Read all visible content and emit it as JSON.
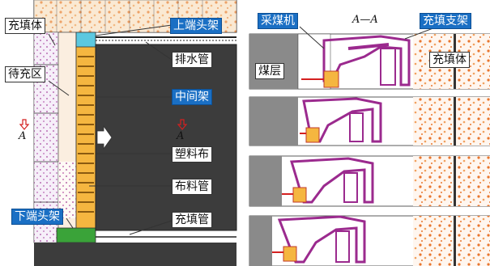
{
  "labels": {
    "backfill_body_left": "充填体",
    "upper_end_support": "上端头架",
    "area_to_fill": "待充区",
    "drain_pipe": "排水管",
    "middle_support": "中间架",
    "plastic_cloth": "塑料布",
    "distribution_pipe": "布料管",
    "lower_end_support": "下端头架",
    "filling_pipe": "充填管",
    "shearer": "采煤机",
    "section_title": "A—A",
    "backfill_support": "充填支架",
    "coal_seam": "煤层",
    "backfill_body_right": "充填体",
    "section_marker_left": "A",
    "section_marker_right": "A"
  },
  "colors": {
    "backfill_fill": "#f6c9b5",
    "backfill_dots": "#e46a2a",
    "rock_dark": "#3c3c3c",
    "support_orange": "#f0a020",
    "support_magenta": "#9b2a8e",
    "label_blue": "#1a6fc4",
    "label_green": "#3aa339",
    "cyan_support": "#5cc8e0"
  }
}
